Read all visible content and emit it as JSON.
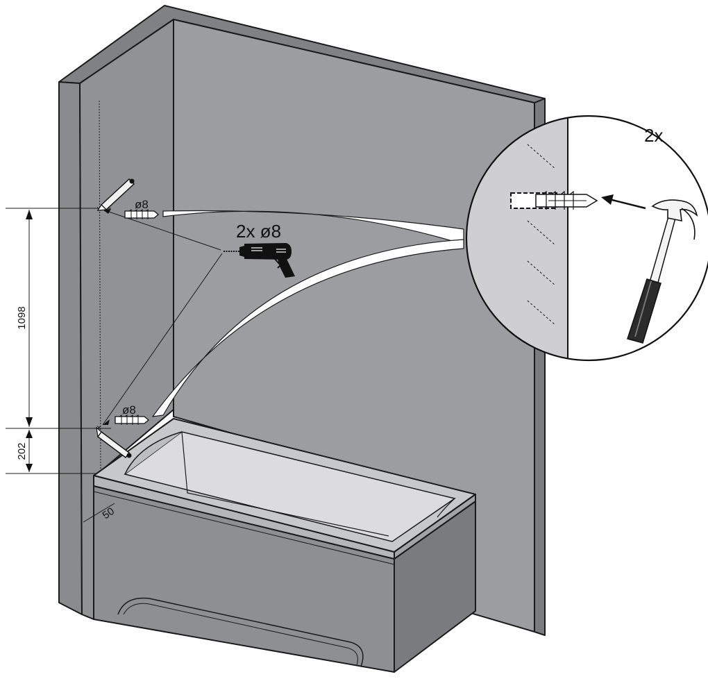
{
  "labels": {
    "drill_spec": "2x ø8",
    "upper_plug_size": "ø8",
    "lower_plug_size": "ø8",
    "detail_count": "2x",
    "dim_vertical_upper": "1098",
    "dim_vertical_lower": "202",
    "dim_offset": "50"
  },
  "icons": [
    "pencil-icon",
    "wall-plug-icon",
    "drill-icon",
    "hammer-icon"
  ],
  "colors": {
    "wall_front": "#9b9ca0",
    "wall_side": "#85868b",
    "wall_top": "#808185",
    "tub_body": "#8d8e92",
    "tub_inner": "#d9d9db",
    "detail_wall": "#cfcfd1"
  }
}
